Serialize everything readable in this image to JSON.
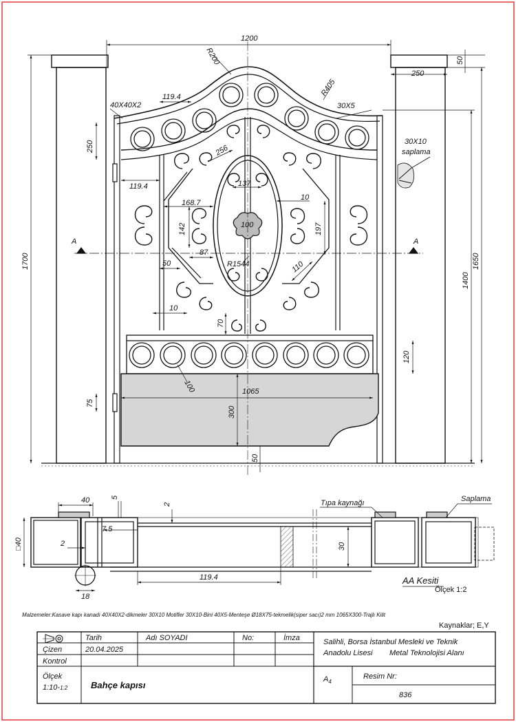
{
  "drawing": {
    "dimensions": {
      "overall_width": "1200",
      "top_radius": "R200",
      "right_radius": "R405",
      "top_bar_section": "30X5",
      "post_section": "40X40X2",
      "post_cap_height": "50",
      "post_cap_width": "250",
      "arch_spacing": "119.4",
      "side_panel_height": "250",
      "inner_radius": "256",
      "side_spacing": "119.4",
      "oval_width": "137",
      "motif_width": "168.7",
      "motif_gap": "10",
      "motif_height": "142",
      "center_diameter": "100",
      "right_motif_height": "197",
      "overall_height_left": "1700",
      "gate_height": "1400",
      "post_height": "1650",
      "lower_gap": "87",
      "oval_radius": "R1544",
      "bar_gap": "50",
      "diagonal": "110",
      "bottom_gap": "10",
      "lower_motif": "70",
      "ring_band_height": "120",
      "ring_diameter": "100",
      "hinge_offset": "75",
      "sheet_width": "1065",
      "sheet_height": "300",
      "ground_gap": "50"
    },
    "labels": {
      "section_mark": "A",
      "weld_note_line1": "30X10",
      "weld_note_line2": "saplama"
    }
  },
  "section": {
    "dimensions": {
      "width": "40",
      "lip": "5",
      "thickness_top": "2",
      "offset": "7.5",
      "wall": "2",
      "height": "30",
      "spacing": "119.4",
      "hinge_diameter": "18",
      "profile": "□40"
    },
    "labels": {
      "plug_weld": "Tıpa kaynağı",
      "stud": "Saplama",
      "title": "AA Kesiti",
      "scale": "Ölçek 1:2"
    }
  },
  "notes": {
    "materials": "Malzemeler:Kasave kapı kanadı 40X40X2-dikmeler 30X10  Motifler 30X10-Bini 40X5-Menteşe Ø18X75-tekmelik(siper sacı)2 mm 1065X300-Trajlı Kilit",
    "sources": "Kaynaklar; E,Y"
  },
  "title_block": {
    "col_date": "Tarih",
    "col_name": "Adı SOYADI",
    "col_no": "No:",
    "col_sign": "İmza",
    "row_drawn": "Çizen",
    "drawn_date": "20.04.2025",
    "row_checked": "Kontrol",
    "scale_label": "Ölçek",
    "scale_value": "1:10-",
    "scale_sub": "1:2",
    "drawing_title": "Bahçe kapısı",
    "school_line1": "Salihli, Borsa İstanbul Mesleki ve Teknik",
    "school_line2": "Anadolu Lisesi",
    "department": "Metal Teknolojisi Alanı",
    "paper_size": "A",
    "paper_size_sub": "4",
    "drawing_no_label": "Resim Nr:",
    "drawing_no": "836"
  },
  "colors": {
    "frame": "#e03a3a",
    "line": "#111111",
    "fill": "#d6d6d6"
  }
}
